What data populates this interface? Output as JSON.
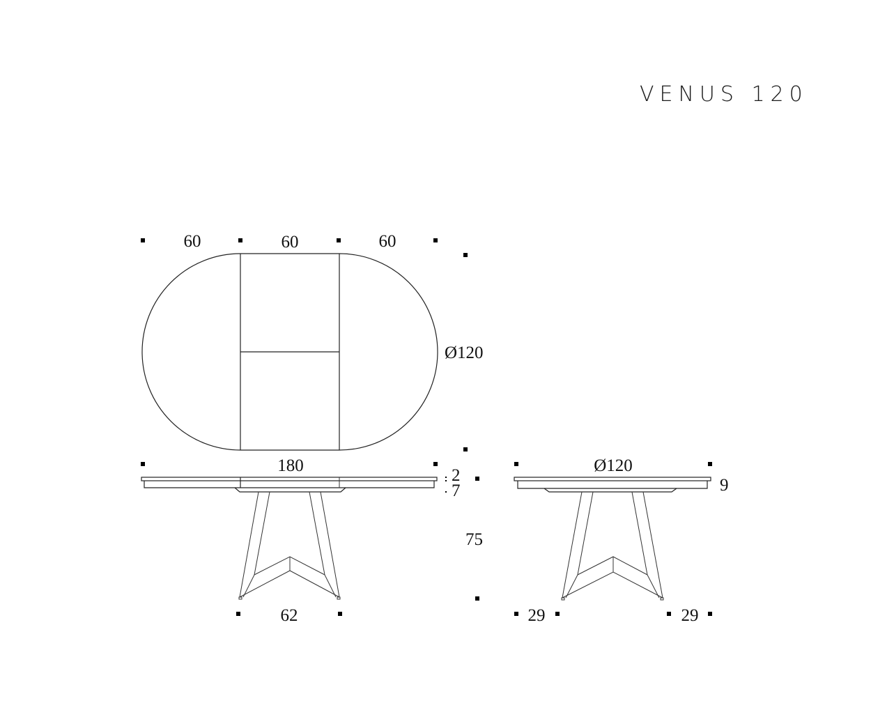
{
  "title": "VENUS 120",
  "top_view": {
    "segments": [
      "60",
      "60",
      "60"
    ],
    "diameter": "Ø120"
  },
  "front_view_extended": {
    "length": "180",
    "top_thickness": "2",
    "frame_height": "7",
    "height": "75",
    "base_width": "62"
  },
  "side_view": {
    "diameter": "Ø120",
    "thickness": "9",
    "left_offset": "29",
    "right_offset": "29"
  }
}
